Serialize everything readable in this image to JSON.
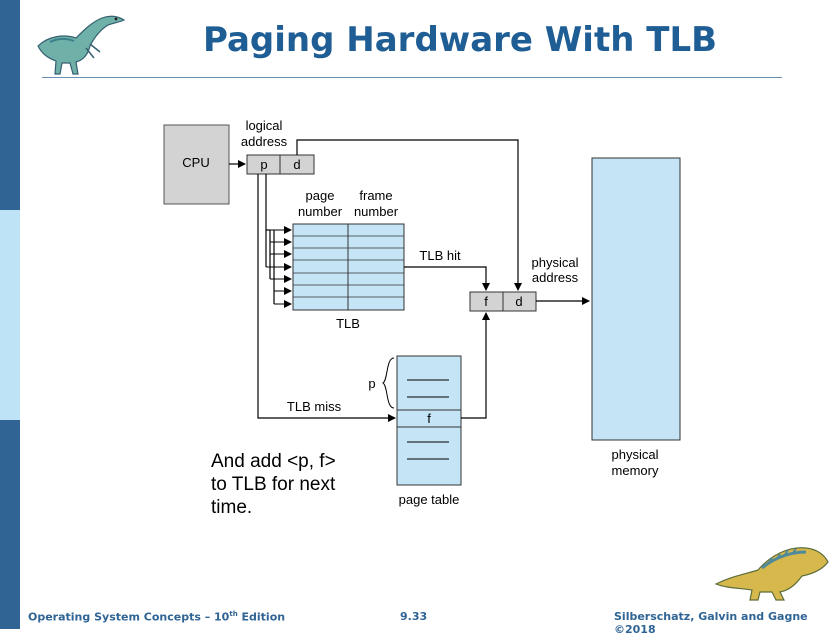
{
  "slide": {
    "title": "Paging Hardware With TLB",
    "note": "And add <p, f>\nto TLB for next\ntime."
  },
  "diagram": {
    "cpu_label": "CPU",
    "logical_address_label": [
      "logical",
      "address"
    ],
    "p_label": "p",
    "d_label": "d",
    "page_number_label": [
      "page",
      "number"
    ],
    "frame_number_label": [
      "frame",
      "number"
    ],
    "tlb_label": "TLB",
    "tlb_hit_label": "TLB hit",
    "tlb_miss_label": "TLB miss",
    "physical_address_label": [
      "physical",
      "address"
    ],
    "f_label": "f",
    "pt_p_label": "p",
    "pt_f_label": "f",
    "page_table_label": "page table",
    "physical_memory_label": [
      "physical",
      "memory"
    ]
  },
  "footer": {
    "book": "Operating System Concepts – 10",
    "book_sup": "th",
    "book_tail": " Edition",
    "page": "9.33",
    "authors": "Silberschatz, Galvin and Gagne ©2018"
  },
  "colors": {
    "title": "#1f5d95",
    "sidebar_dark": "#2f6495",
    "sidebar_light": "#bfe3f6",
    "tlb_fill": "#c5e5f6",
    "register_fill": "#d3d3d3"
  }
}
